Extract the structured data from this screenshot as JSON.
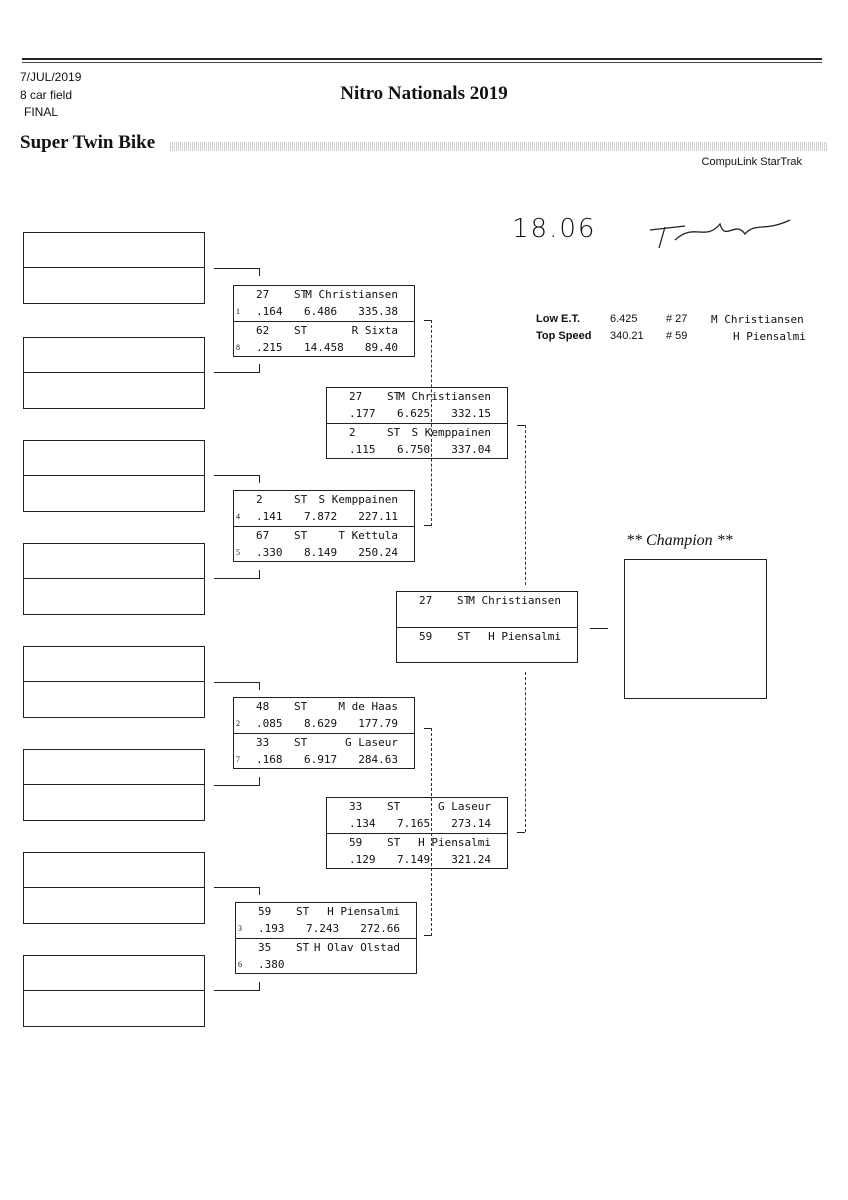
{
  "header": {
    "date": "7/JUL/2019",
    "field": "8 car field",
    "round": "FINAL",
    "title": "Nitro Nationals 2019",
    "class_name": "Super Twin Bike",
    "brand": "CompuLink StarTrak"
  },
  "handwritten": {
    "date": "18.06",
    "signature": "signature"
  },
  "stats": {
    "low_et": {
      "label": "Low E.T.",
      "value": "6.425",
      "num": "# 27",
      "name": "M Christiansen"
    },
    "top_speed": {
      "label": "Top Speed",
      "value": "340.21",
      "num": "# 59",
      "name": "H Piensalmi"
    }
  },
  "champion": {
    "label": "** Champion **"
  },
  "matches": [
    {
      "round": "R1",
      "entries": [
        {
          "seed": "1",
          "num": "27",
          "cls": "ST",
          "name": "M Christiansen",
          "rt": ".164",
          "et": "6.486",
          "sp": "335.38"
        },
        {
          "seed": "8",
          "num": "62",
          "cls": "ST",
          "name": "R Sixta",
          "rt": ".215",
          "et": "14.458",
          "sp": "89.40"
        }
      ]
    },
    {
      "round": "R1",
      "entries": [
        {
          "seed": "4",
          "num": "2",
          "cls": "ST",
          "name": "S Kemppainen",
          "rt": ".141",
          "et": "7.872",
          "sp": "227.11"
        },
        {
          "seed": "5",
          "num": "67",
          "cls": "ST",
          "name": "T Kettula",
          "rt": ".330",
          "et": "8.149",
          "sp": "250.24"
        }
      ]
    },
    {
      "round": "R1",
      "entries": [
        {
          "seed": "2",
          "num": "48",
          "cls": "ST",
          "name": "M de Haas",
          "rt": ".085",
          "et": "8.629",
          "sp": "177.79"
        },
        {
          "seed": "7",
          "num": "33",
          "cls": "ST",
          "name": "G Laseur",
          "rt": ".168",
          "et": "6.917",
          "sp": "284.63"
        }
      ]
    },
    {
      "round": "R1",
      "entries": [
        {
          "seed": "3",
          "num": "59",
          "cls": "ST",
          "name": "H Piensalmi",
          "rt": ".193",
          "et": "7.243",
          "sp": "272.66"
        },
        {
          "seed": "6",
          "num": "35",
          "cls": "ST",
          "name": "H Olav Olstad",
          "rt": ".380",
          "et": "",
          "sp": ""
        }
      ]
    },
    {
      "round": "SF",
      "entries": [
        {
          "seed": "",
          "num": "27",
          "cls": "ST",
          "name": "M Christiansen",
          "rt": ".177",
          "et": "6.625",
          "sp": "332.15"
        },
        {
          "seed": "",
          "num": "2",
          "cls": "ST",
          "name": "S Kemppainen",
          "rt": ".115",
          "et": "6.750",
          "sp": "337.04"
        }
      ]
    },
    {
      "round": "SF",
      "entries": [
        {
          "seed": "",
          "num": "33",
          "cls": "ST",
          "name": "G Laseur",
          "rt": ".134",
          "et": "7.165",
          "sp": "273.14"
        },
        {
          "seed": "",
          "num": "59",
          "cls": "ST",
          "name": "H Piensalmi",
          "rt": ".129",
          "et": "7.149",
          "sp": "321.24"
        }
      ]
    },
    {
      "round": "F",
      "entries": [
        {
          "seed": "",
          "num": "27",
          "cls": "ST",
          "name": "M Christiansen",
          "rt": "",
          "et": "",
          "sp": ""
        },
        {
          "seed": "",
          "num": "59",
          "cls": "ST",
          "name": "H Piensalmi",
          "rt": "",
          "et": "",
          "sp": ""
        }
      ]
    }
  ]
}
